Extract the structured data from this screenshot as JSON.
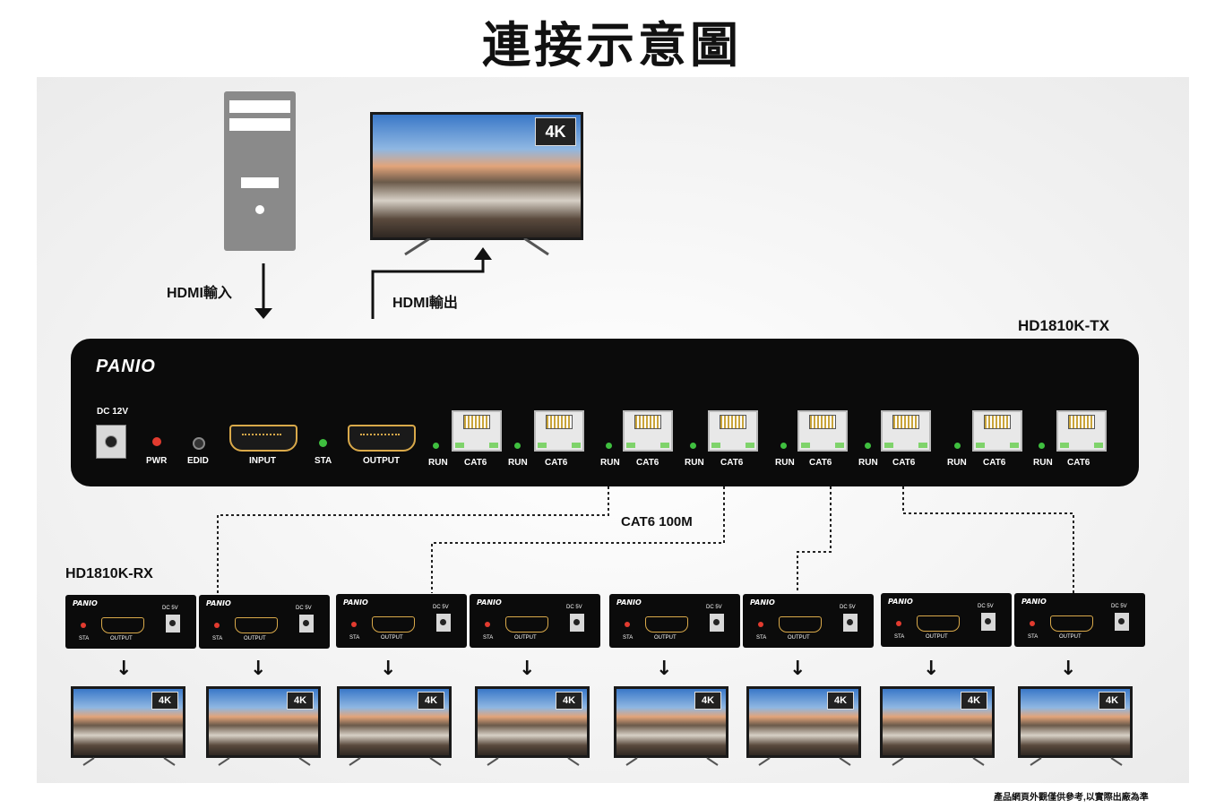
{
  "title": "連接示意圖",
  "labels": {
    "hdmi_in": "HDMI輸入",
    "hdmi_out": "HDMI輸出",
    "tx_model": "HD1810K-TX",
    "rx_model": "HD1810K-RX",
    "cable": "CAT6 100M",
    "disclaimer": "產品網頁外觀僅供參考,以實際出廠為準"
  },
  "tx": {
    "brand": "PANIO",
    "dc": "DC 12V",
    "pwr": "PWR",
    "edid": "EDID",
    "input": "INPUT",
    "sta": "STA",
    "output": "OUTPUT",
    "ports": [
      {
        "run": "RUN",
        "cat": "CAT6"
      },
      {
        "run": "RUN",
        "cat": "CAT6"
      },
      {
        "run": "RUN",
        "cat": "CAT6"
      },
      {
        "run": "RUN",
        "cat": "CAT6"
      },
      {
        "run": "RUN",
        "cat": "CAT6"
      },
      {
        "run": "RUN",
        "cat": "CAT6"
      },
      {
        "run": "RUN",
        "cat": "CAT6"
      },
      {
        "run": "RUN",
        "cat": "CAT6"
      }
    ]
  },
  "rx": {
    "brand": "PANIO",
    "dc": "DC 5V",
    "sta": "STA",
    "output": "OUTPUT",
    "count": 8
  },
  "tv_badge": "4K",
  "colors": {
    "pwr_led": "#e23b2f",
    "sta_led": "#3fbf3f",
    "hdmi_port": "#d9a94a",
    "device": "#0b0b0b"
  }
}
